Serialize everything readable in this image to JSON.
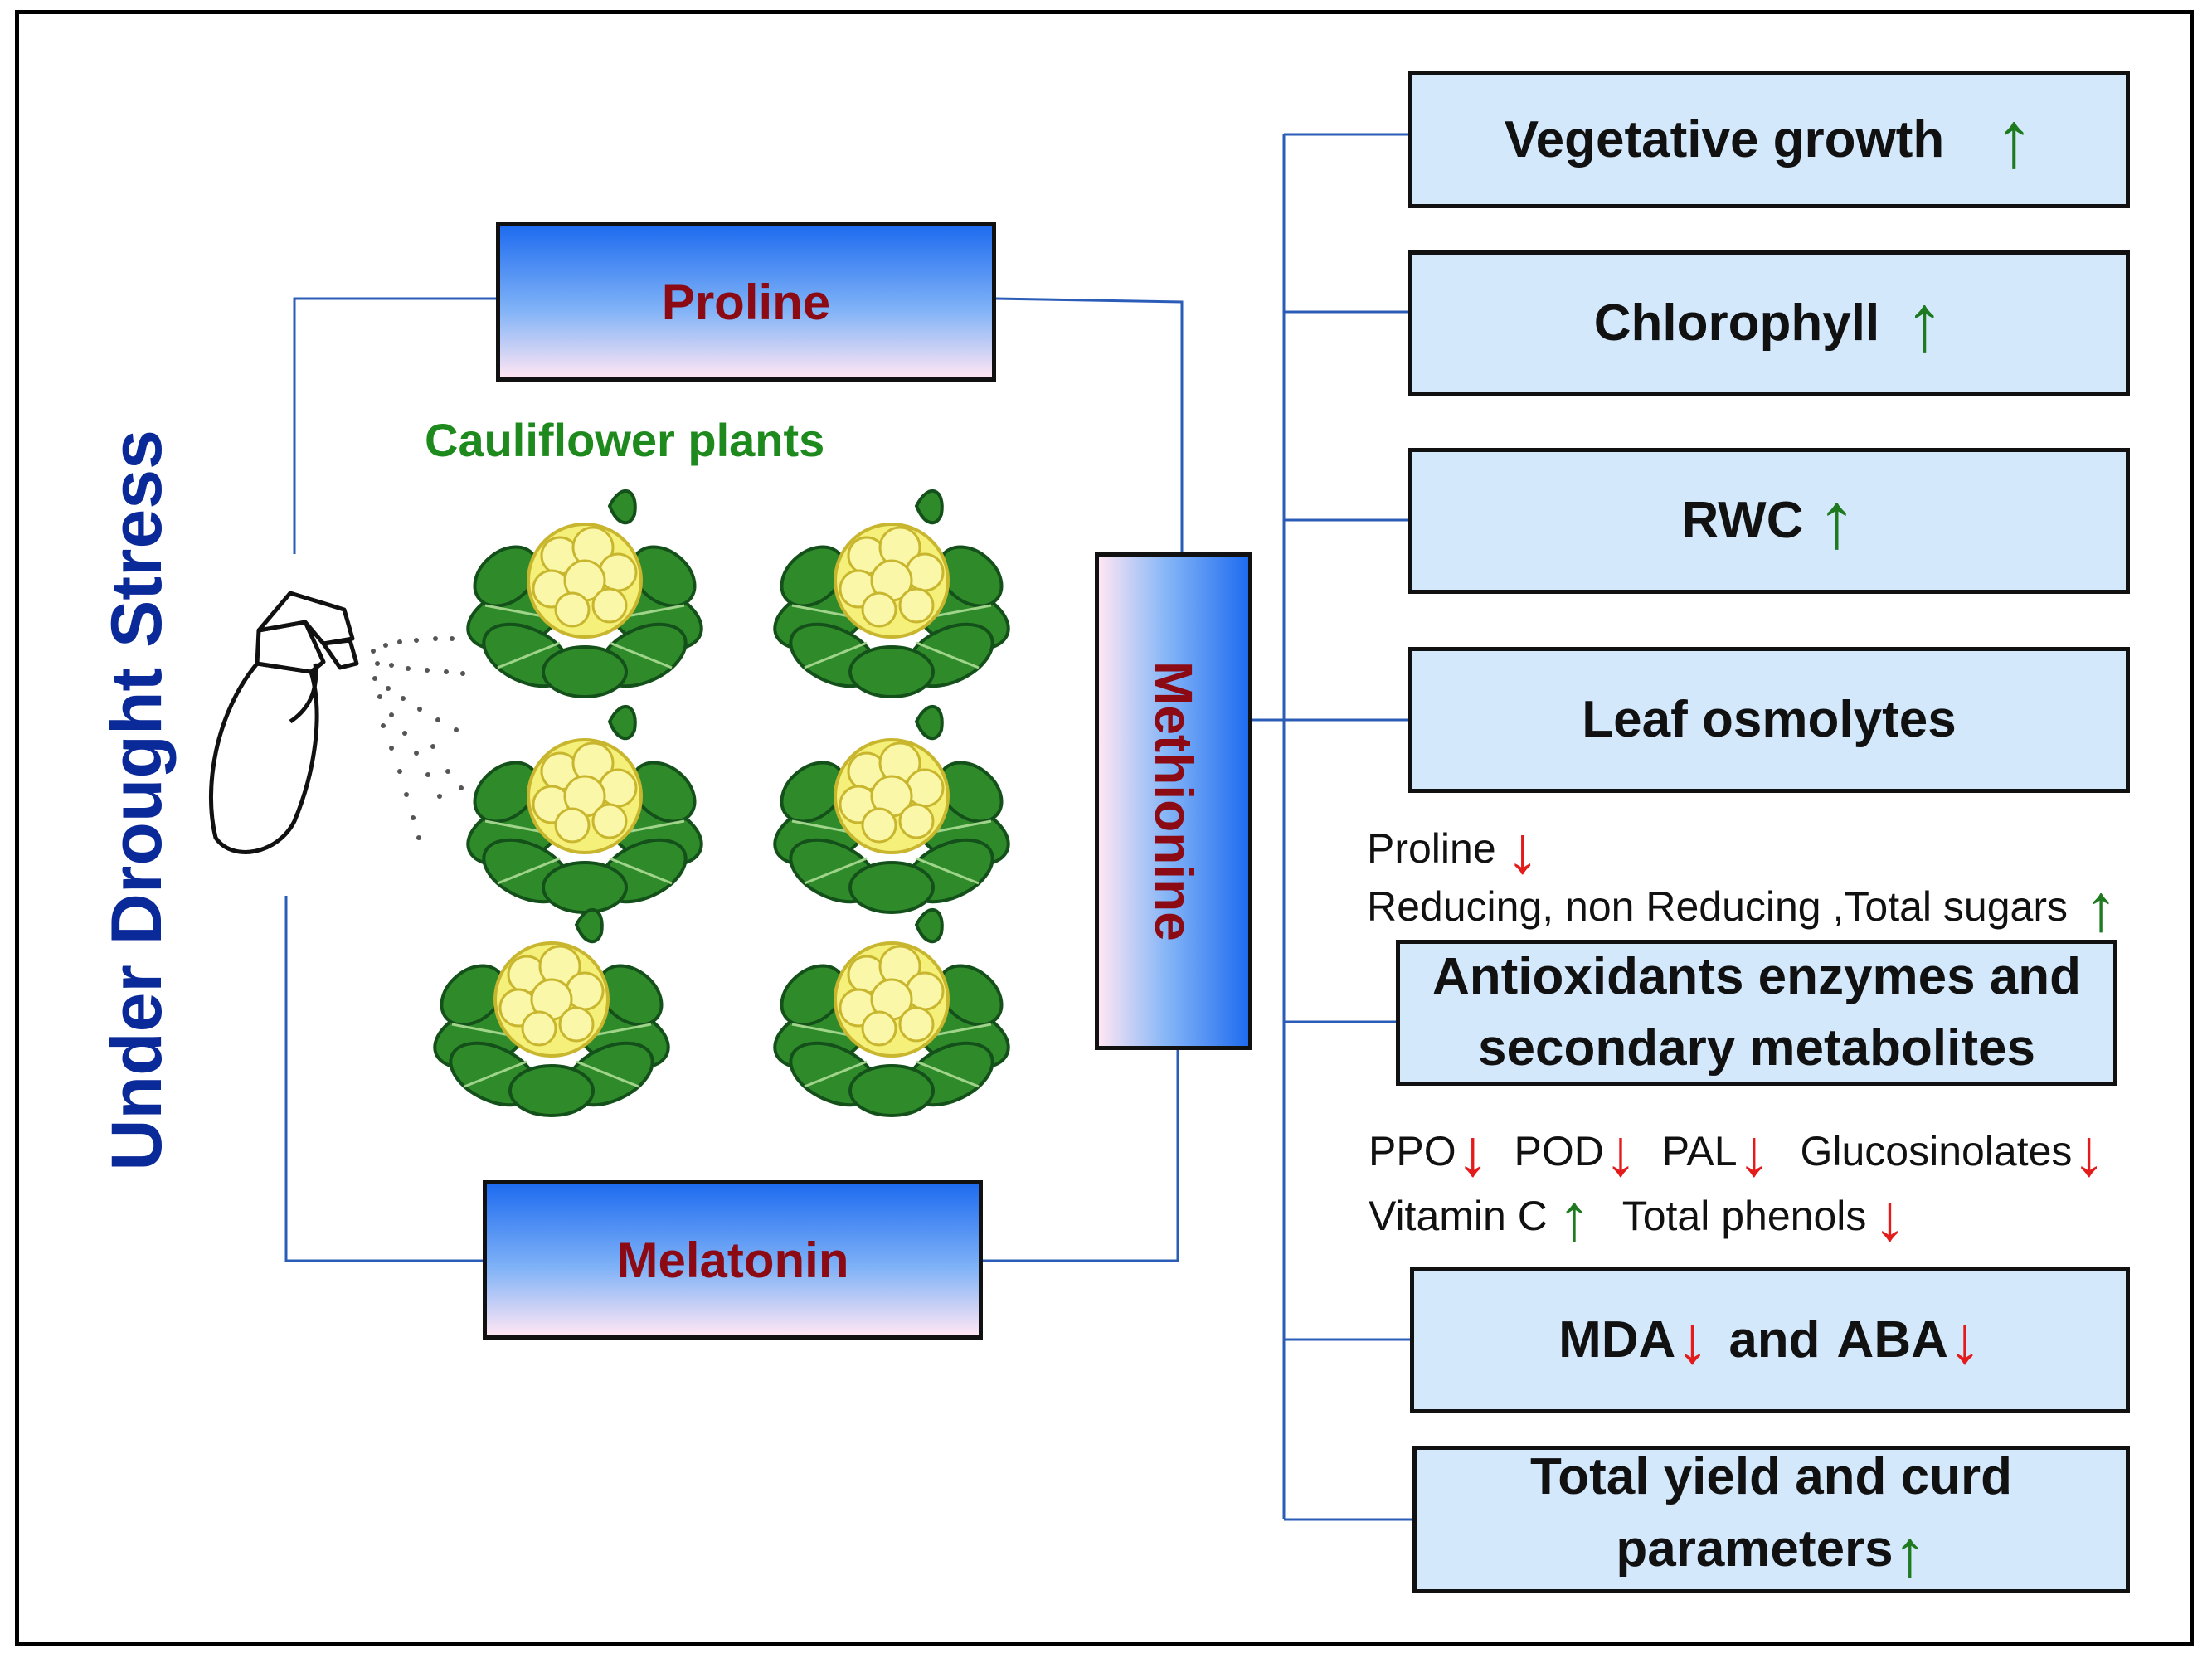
{
  "side_label": "Under Drought Stress",
  "plants_label": "Cauliflower plants",
  "treatments": {
    "proline": "Proline",
    "melatonin": "Melatonin",
    "methionine": "Methionine"
  },
  "results": {
    "vegetative_growth": "Vegetative growth",
    "chlorophyll": "Chlorophyll",
    "rwc": "RWC",
    "leaf_osmolytes": "Leaf osmolytes",
    "antioxidants_line1": "Antioxidants enzymes and",
    "antioxidants_line2": "secondary metabolites",
    "mda": "MDA",
    "and": "and",
    "aba": "ABA",
    "yield_line1": "Total yield and curd",
    "yield_line2": "parameters"
  },
  "osmolyte_details": {
    "proline": "Proline",
    "sugars": "Reducing, non Reducing ,Total sugars"
  },
  "antioxidant_details": {
    "ppo": "PPO",
    "pod": "POD",
    "pal": "PAL",
    "glucosinolates": "Glucosinolates",
    "vitamin_c": "Vitamin C",
    "total_phenols": "Total phenols"
  },
  "arrows": {
    "up": "↑",
    "down": "↓"
  },
  "colors": {
    "up_arrow": "#1e7a1e",
    "down_arrow": "#e31b1b",
    "treatment_text": "#8b0a14",
    "side_label": "#0b2a9a",
    "result_box_fill": "#d4e8fb",
    "connector_line": "#2a5cb8"
  },
  "icons": [
    "spray-bottle-icon",
    "cauliflower-icon"
  ]
}
